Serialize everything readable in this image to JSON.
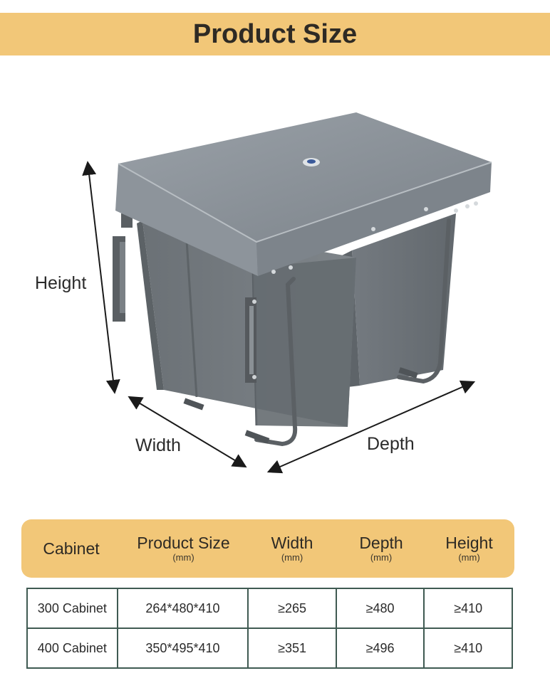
{
  "title": "Product Size",
  "dimension_labels": {
    "height": "Height",
    "width": "Width",
    "depth": "Depth"
  },
  "table": {
    "headers": [
      {
        "label": "Cabinet",
        "unit": ""
      },
      {
        "label": "Product Size",
        "unit": "(mm)"
      },
      {
        "label": "Width",
        "unit": "(mm)"
      },
      {
        "label": "Depth",
        "unit": "(mm)"
      },
      {
        "label": "Height",
        "unit": "(mm)"
      }
    ],
    "rows": [
      [
        "300 Cabinet",
        "264*480*410",
        "≥265",
        "≥480",
        "≥410"
      ],
      [
        "400 Cabinet",
        "350*495*410",
        "≥351",
        "≥496",
        "≥410"
      ]
    ]
  },
  "colors": {
    "accent": "#f2c778",
    "table_border": "#3f5a52",
    "bin": "#6f757a",
    "lid": "#8e959c"
  }
}
